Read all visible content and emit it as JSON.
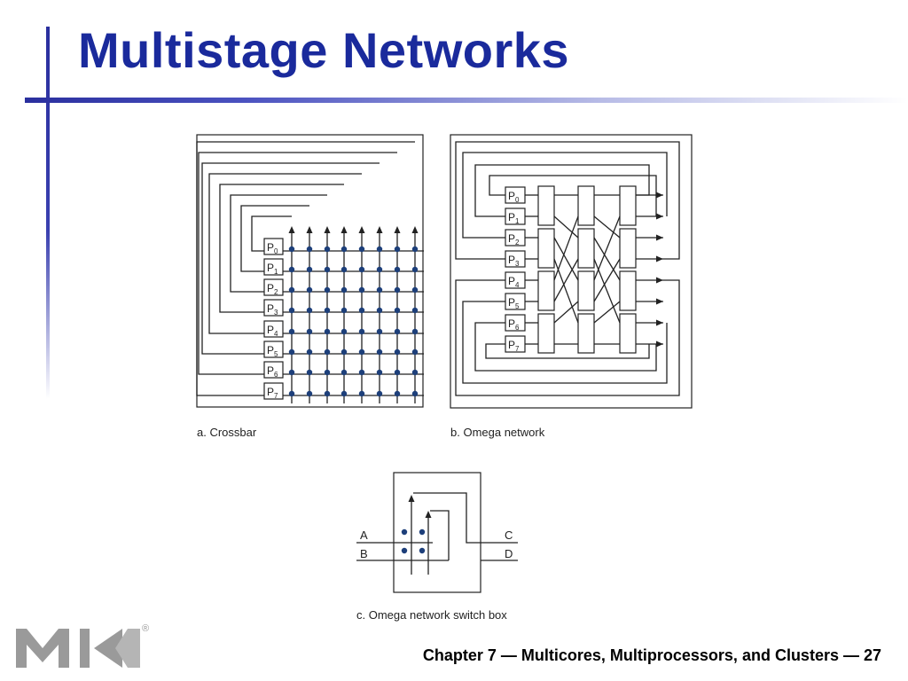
{
  "slide": {
    "title": "Multistage Networks",
    "footer": "Chapter 7 — Multicores, Multiprocessors, and Clusters — 27",
    "logo_letters": "MK"
  },
  "diagram": {
    "captions": {
      "crossbar": "a. Crossbar",
      "omega": "b. Omega network",
      "switch": "c. Omega network switch box"
    },
    "processors": [
      "0",
      "1",
      "2",
      "3",
      "4",
      "5",
      "6",
      "7"
    ],
    "processor_prefix": "P",
    "switch_labels": {
      "a": "A",
      "b": "B",
      "c": "C",
      "d": "D"
    }
  },
  "colors": {
    "title": "#1a2a9c",
    "accent_bar": "#2a2f9e",
    "crosspoint": "#1d3f7a"
  }
}
